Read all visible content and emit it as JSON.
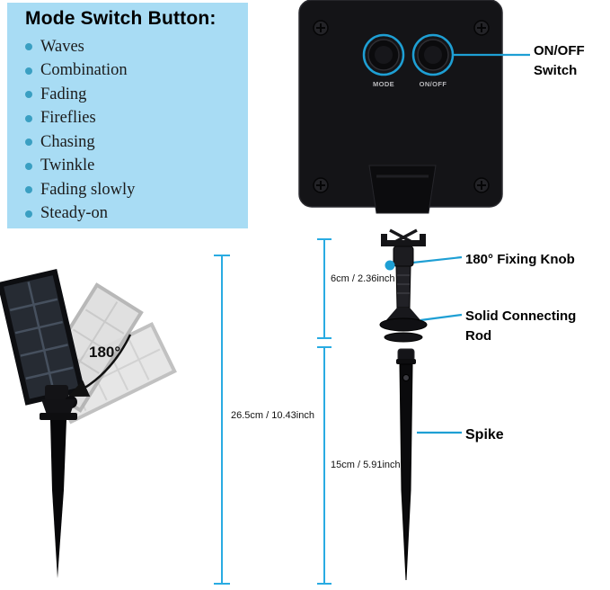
{
  "mode_box": {
    "title": "Mode Switch Button:",
    "items": [
      "Waves",
      "Combination",
      "Fading",
      "Fireflies",
      "Chasing",
      "Twinkle",
      "Fading slowly",
      "Steady-on"
    ]
  },
  "device": {
    "mode_button_label": "MODE",
    "onoff_button_label": "ON/OFF"
  },
  "callouts": {
    "onoff_switch": "ON/OFF Switch",
    "fixing_knob": "180° Fixing Knob",
    "connecting_rod": "Solid Connecting Rod",
    "spike": "Spike",
    "rotation_angle": "180°"
  },
  "dimensions": {
    "overall_height": "26.5cm / 10.43inch",
    "rod_height": "6cm / 2.36inch",
    "spike_height": "15cm / 5.91inch"
  },
  "colors": {
    "accent_blue": "#1e9fd4",
    "dimension_blue": "#29abe2",
    "mode_box_bg": "#a8dcf4",
    "bullet_teal": "#3a9fc2"
  }
}
